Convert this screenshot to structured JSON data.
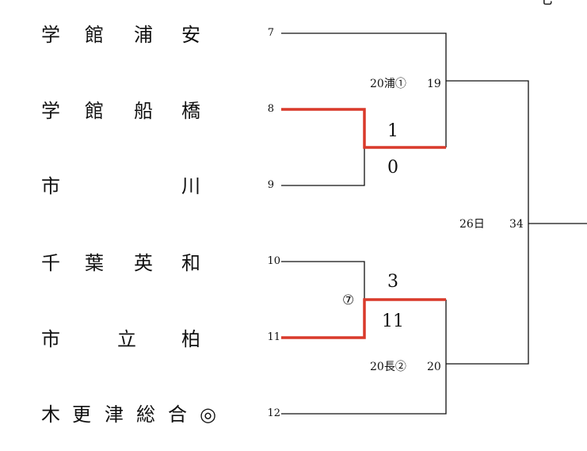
{
  "corner_fragment": "七",
  "teams": [
    {
      "chars": [
        "学",
        "館",
        "浦",
        "安"
      ],
      "seed": "7"
    },
    {
      "chars": [
        "学",
        "館",
        "船",
        "橋"
      ],
      "seed": "8"
    },
    {
      "chars": [
        "市",
        "",
        "",
        "川"
      ],
      "seed": "9"
    },
    {
      "chars": [
        "千",
        "葉",
        "英",
        "和"
      ],
      "seed": "10"
    },
    {
      "chars": [
        "市",
        "",
        "立",
        "柏"
      ],
      "seed": "11"
    },
    {
      "chars": [
        "木",
        "更",
        "津",
        "総",
        "合",
        "◎"
      ],
      "seed": "12"
    }
  ],
  "matches": {
    "m1": {
      "date_label": "20浦①",
      "number": "19",
      "score_top": "1",
      "score_bottom": "0"
    },
    "m2": {
      "date_label": "20長②",
      "number": "20",
      "score_top": "3",
      "score_bottom": "11",
      "innings": "⑦"
    },
    "final": {
      "date_label": "26日",
      "number": "34"
    }
  },
  "colors": {
    "winner_line": "#d93a2b",
    "line": "#111111"
  }
}
